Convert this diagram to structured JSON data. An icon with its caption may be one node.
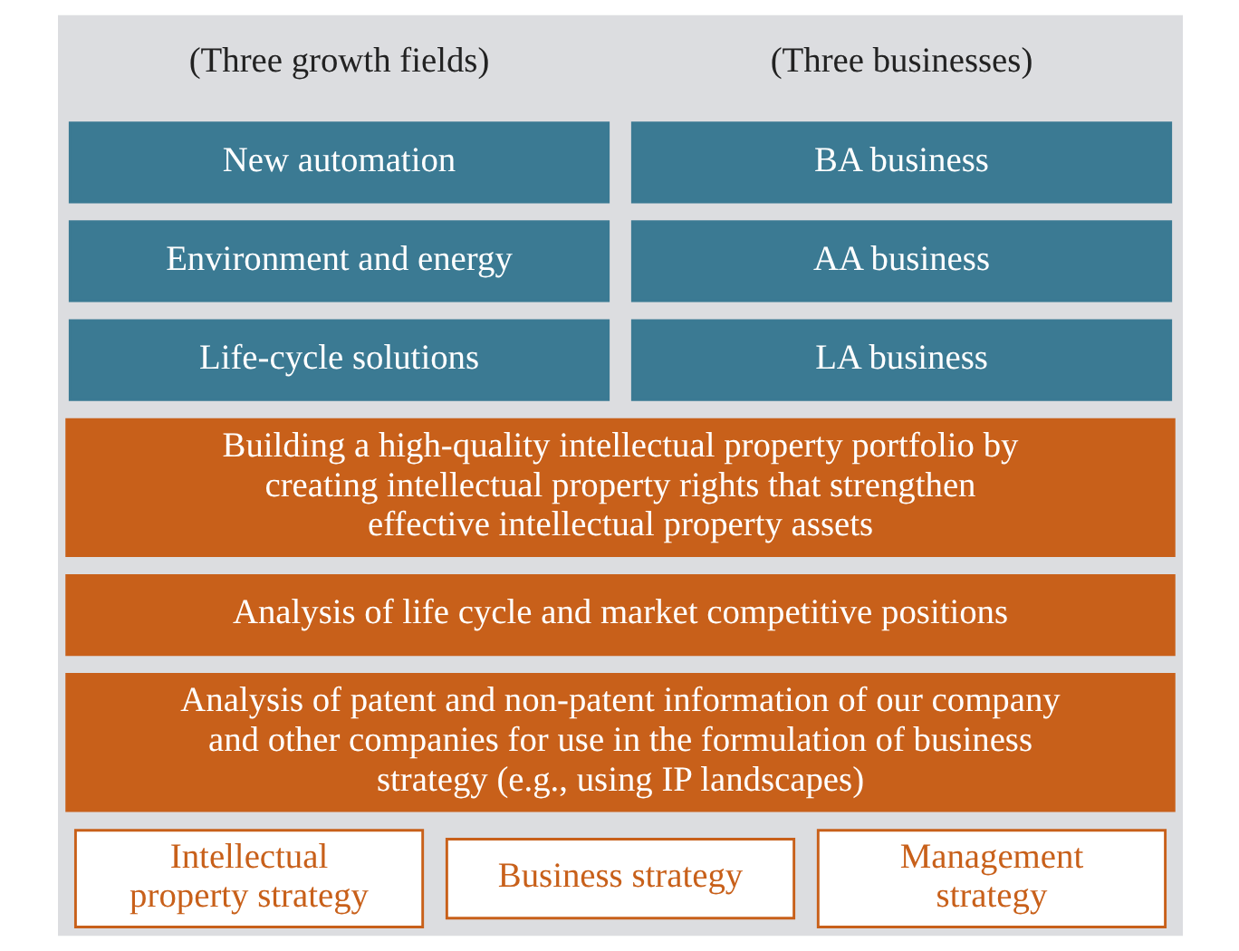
{
  "diagram": {
    "nodes": [
      {
        "text": [
          "New automation"
        ]
      },
      {
        "text": [
          "BA business"
        ]
      },
      {
        "text": [
          "Environment and energy"
        ]
      },
      {
        "text": [
          "AA business"
        ]
      },
      {
        "text": [
          "Life-cycle solutions"
        ]
      },
      {
        "text": [
          "LA business"
        ]
      },
      {
        "text": [
          "Building a high-quality intellectual property portfolio by creating intellectual property rights that strengthen effective intellectual property assets"
        ]
      },
      {
        "text": [
          "Analysis of life cycle and market competitive positions"
        ]
      },
      {
        "text": [
          "Analysis of patent and non-patent information of our company and other companies for use in the formulation of business strategy (e.g., using IP landscapes)"
        ]
      },
      {
        "text": [
          "Intellectual property strategy"
        ]
      },
      {
        "text": [
          "Business strategy"
        ]
      },
      {
        "text": [
          "Management strategy"
        ]
      }
    ],
    "edges": [],
    "labels": [
      "(Three growth fields)",
      "(Three businesses)"
    ]
  }
}
